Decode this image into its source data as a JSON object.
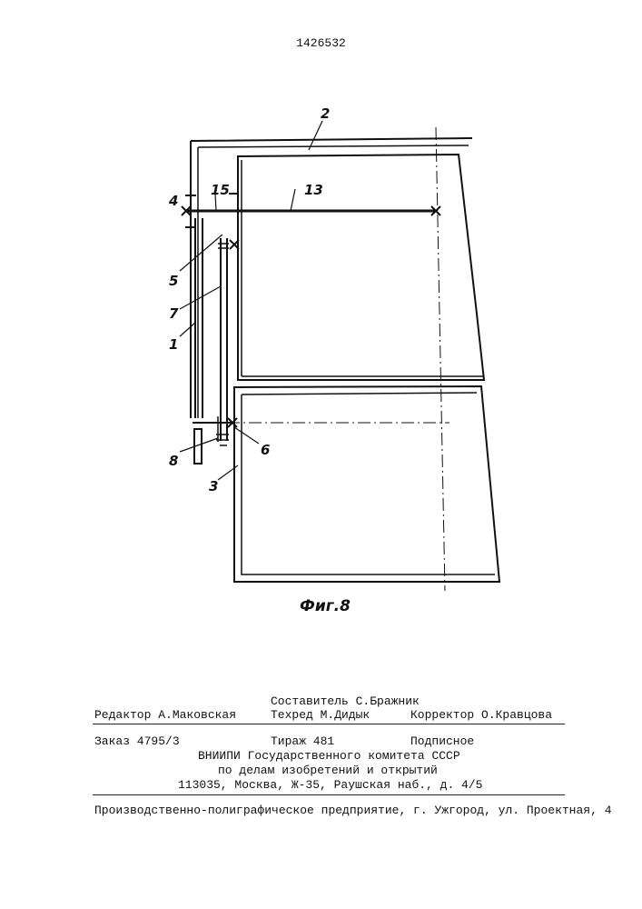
{
  "patent_number": "1426532",
  "figure": {
    "caption": "Фиг.8",
    "labels": {
      "l1": "1",
      "l2": "2",
      "l3": "3",
      "l4": "4",
      "l5": "5",
      "l6": "6",
      "l7": "7",
      "l8": "8",
      "l13": "13",
      "l15": "15"
    }
  },
  "footer": {
    "composer": "Составитель С.Бражник",
    "editor": "Редактор А.Маковская",
    "techred": "Техред М.Дидык",
    "corrector": "Корректор  О.Кравцова",
    "order": "Заказ 4795/3",
    "circulation": "Тираж 481",
    "subscription": "Подписное",
    "org_line1": "ВНИИПИ Государственного комитета СССР",
    "org_line2": "по делам изобретений и открытий",
    "address": "113035, Москва, Ж-35, Раушская наб., д. 4/5",
    "printer": "Производственно-полиграфическое предприятие, г. Ужгород, ул. Проектная, 4"
  }
}
